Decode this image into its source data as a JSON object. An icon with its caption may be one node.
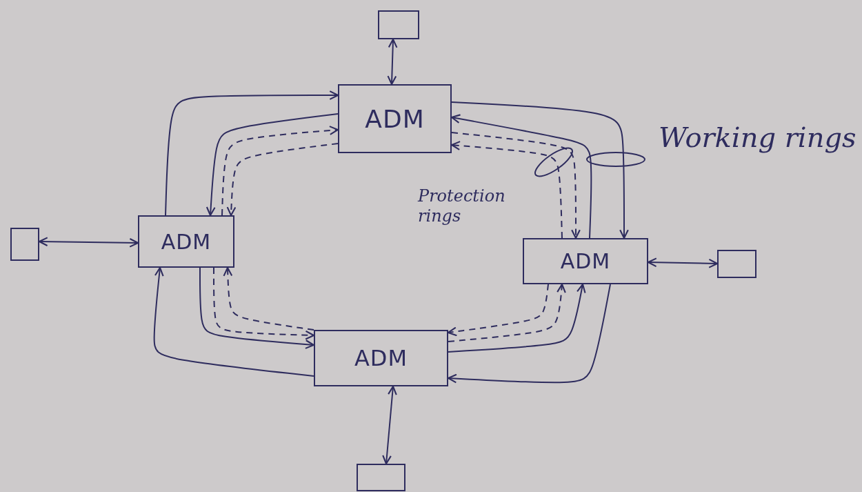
{
  "diagram": {
    "nodes": [
      {
        "text": [],
        "shape": "box"
      },
      {
        "text": [
          "ADM"
        ]
      },
      {
        "text": [],
        "shape": "box"
      },
      {
        "text": [
          "ADM"
        ]
      },
      {
        "text": [
          "ADM"
        ]
      },
      {
        "text": [],
        "shape": "box"
      },
      {
        "text": [
          "ADM"
        ]
      },
      {
        "text": [],
        "shape": "box"
      }
    ],
    "edges": [
      {
        "from": 1,
        "to": 4,
        "arrow": "to"
      },
      {
        "from": 4,
        "to": 1,
        "arrow": "to"
      },
      {
        "from": 1,
        "to": 4,
        "arrow": "to",
        "style": "dashed"
      },
      {
        "from": 4,
        "to": 1,
        "arrow": "to",
        "style": "dashed"
      },
      {
        "from": 3,
        "to": 1,
        "arrow": "to"
      },
      {
        "from": 1,
        "to": 3,
        "arrow": "to"
      },
      {
        "from": 3,
        "to": 1,
        "arrow": "to",
        "style": "dashed"
      },
      {
        "from": 1,
        "to": 3,
        "arrow": "to",
        "style": "dashed"
      },
      {
        "from": 6,
        "to": 3,
        "arrow": "to"
      },
      {
        "from": 3,
        "to": 6,
        "arrow": "to"
      },
      {
        "from": 3,
        "to": 6,
        "arrow": "to",
        "style": "dashed"
      },
      {
        "from": 6,
        "to": 3,
        "arrow": "to",
        "style": "dashed"
      },
      {
        "from": 4,
        "to": 6,
        "arrow": "to"
      },
      {
        "from": 6,
        "to": 4,
        "arrow": "to"
      },
      {
        "from": 6,
        "to": 4,
        "arrow": "to",
        "style": "dashed"
      },
      {
        "from": 4,
        "to": 6,
        "arrow": "to",
        "style": "dashed"
      },
      {
        "from": 0,
        "to": 1,
        "arrow": "both"
      },
      {
        "from": 2,
        "to": 3,
        "arrow": "both"
      },
      {
        "from": 4,
        "to": 5,
        "arrow": "both"
      },
      {
        "from": 6,
        "to": 7,
        "arrow": "both"
      }
    ],
    "labels": [
      "Working rings",
      "Protection rings"
    ]
  }
}
